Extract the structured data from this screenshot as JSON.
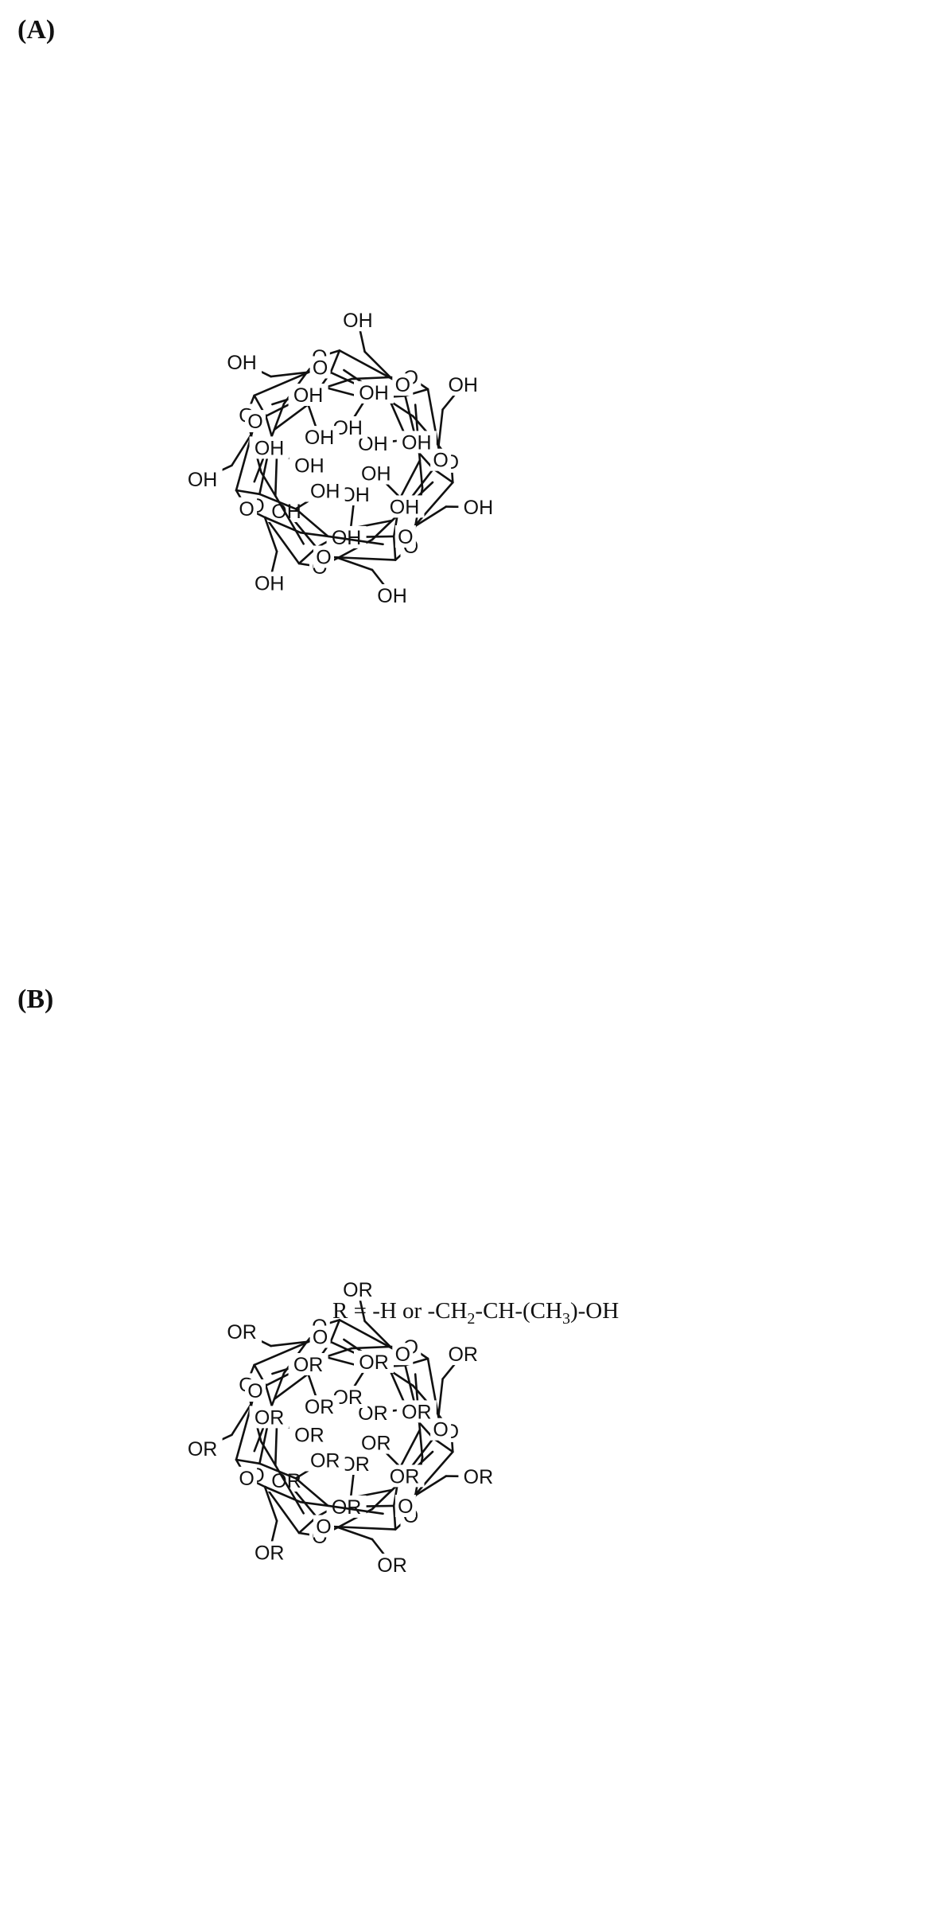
{
  "panels": [
    {
      "label": "(A)",
      "substituent": "OH"
    },
    {
      "label": "(B)",
      "substituent": "OR"
    }
  ],
  "ring_oxygen": "O",
  "r_definition": {
    "prefix": "R = -H or -CH",
    "sub1": "2",
    "middle": "-CH-(CH",
    "sub2": "3",
    "suffix": ")-OH"
  }
}
